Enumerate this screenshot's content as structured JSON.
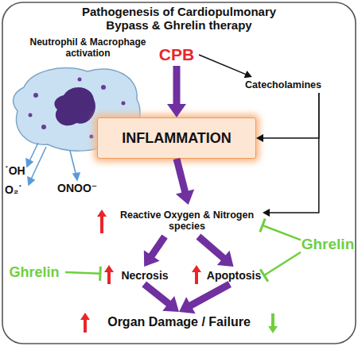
{
  "diagram": {
    "title": "Pathogenesis of Cardiopulmonary Bypass & Ghrelin therapy",
    "nodes": [
      {
        "text": [
          "CPB"
        ]
      },
      {
        "text": [
          "Catecholamines"
        ]
      },
      {
        "text": [
          "INFLAMMATION"
        ]
      },
      {
        "text": [
          "Reactive Oxygen & Nitrogen species"
        ]
      },
      {
        "text": [
          "Ghrelin"
        ]
      },
      {
        "text": [
          "Ghrelin"
        ]
      },
      {
        "text": [
          "Necrosis"
        ]
      },
      {
        "text": [
          "Apoptosis"
        ]
      },
      {
        "text": [
          "Organ Damage / Failure"
        ]
      }
    ],
    "edges": [
      {
        "from": 0,
        "to": 2,
        "arrow": "to"
      },
      {
        "from": 0,
        "to": 1,
        "arrow": "to"
      },
      {
        "from": 1,
        "to": 2,
        "arrow": "to"
      },
      {
        "from": 1,
        "to": 3,
        "arrow": "to"
      },
      {
        "from": 2,
        "to": 3,
        "arrow": "to"
      },
      {
        "from": 3,
        "to": 6,
        "arrow": "to"
      },
      {
        "from": 3,
        "to": 7,
        "arrow": "to"
      },
      {
        "from": 4,
        "to": 3,
        "arrow": "to"
      },
      {
        "from": 4,
        "to": 7,
        "arrow": "to"
      },
      {
        "from": 5,
        "to": 6,
        "arrow": "to"
      },
      {
        "from": 6,
        "to": 8,
        "arrow": "to"
      },
      {
        "from": 7,
        "to": 8,
        "arrow": "to"
      }
    ],
    "labels": [
      "Neutrophil & Macrophage activation",
      "˙OH",
      "O₂˙",
      "ONOO⁻"
    ]
  }
}
